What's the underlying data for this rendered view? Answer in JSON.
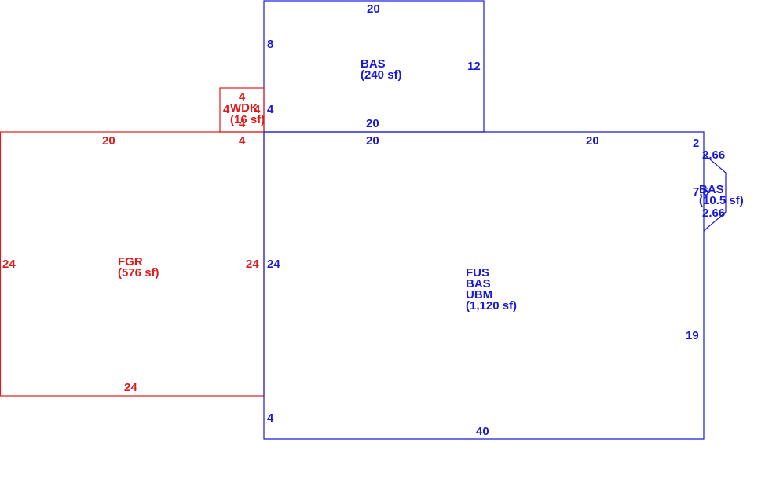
{
  "colors": {
    "red": "#e01a1a",
    "blue": "#1a1ad6",
    "background": "#ffffff"
  },
  "areas": {
    "bas_upper": {
      "code": "BAS",
      "area": "(240 sf)"
    },
    "wdk": {
      "code": "WDK",
      "area": "(16 sf)"
    },
    "fgr": {
      "code": "FGR",
      "area": "(576 sf)"
    },
    "main": {
      "codes": [
        "FUS",
        "BAS",
        "UBM"
      ],
      "area": "(1,120 sf)"
    },
    "bay": {
      "code": "BAS",
      "area": "(10.5 sf)"
    }
  },
  "dimensions": {
    "bas_upper_top": "20",
    "bas_upper_left": "8",
    "bas_upper_right": "12",
    "bas_upper_bottom": "20",
    "wdk_top": "4",
    "wdk_left": "4",
    "wdk_right": "4",
    "wdk_inner": "4",
    "wdk_bottom": "4",
    "conn_left": "4",
    "fgr_top": "20",
    "fgr_left": "24",
    "fgr_right": "24",
    "fgr_bottom": "24",
    "main_top_left": "20",
    "main_top_right": "20",
    "main_left": "24",
    "main_right_top": "2",
    "main_right": "19",
    "main_lower_left": "4",
    "main_bottom": "40",
    "bay_top": "2.66",
    "bay_side": "7.5",
    "bay_bottom": "2.66"
  }
}
